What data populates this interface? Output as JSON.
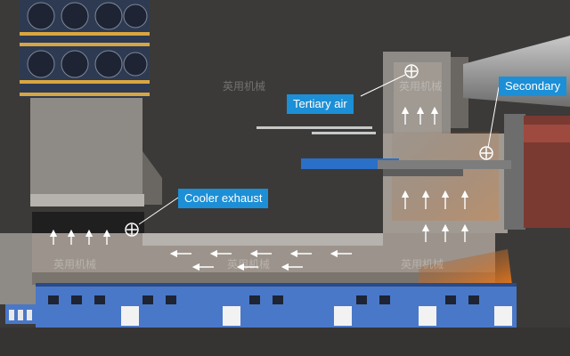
{
  "labels": {
    "cooler_exhaust": "Cooler exhaust",
    "tertiary_air": "Tertiary air",
    "secondary": "Secondary"
  },
  "watermark": {
    "text": "英用机械"
  },
  "icons": {
    "fan": "fan-icon",
    "damper": "damper-plus-icon",
    "flow_arrow": "airflow-arrow-icon",
    "burner": "burner-pipe-icon",
    "drive": "drive-motor-icon"
  },
  "colors": {
    "background": "#3b3a38",
    "callout": "#1c8fd6",
    "duct": "#8e8a86",
    "duct_dark": "#6a6763",
    "cooler_frame": "#4a78c8",
    "hot_zone": "#d97a2b",
    "arrow": "#ffffff"
  }
}
